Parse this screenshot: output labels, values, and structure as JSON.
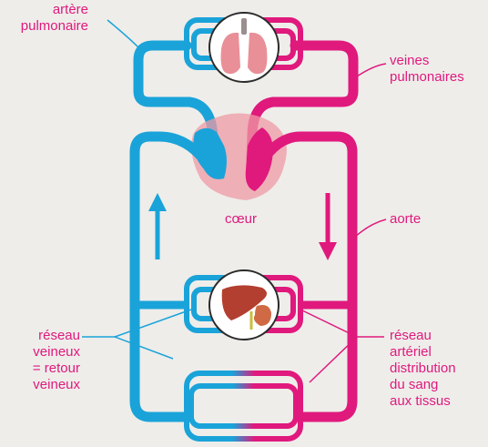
{
  "colors": {
    "venous": "#1aa3d9",
    "arterial": "#e0197d",
    "heart_tissue": "#ef9aa4",
    "lung": "#e98f98",
    "liver": "#b23f2f",
    "kidney": "#cf6a45",
    "background": "#eeedea"
  },
  "labels": {
    "pulmonary_artery": "artère\npulmonaire",
    "pulmonary_veins": "veines\npulmonaires",
    "heart": "cœur",
    "aorta": "aorte",
    "venous_network": "réseau\nveineux\n= retour\nveineux",
    "arterial_network": "réseau\nartériel\ndistribution\ndu sang\naux tissus"
  },
  "icons": {
    "top_organ": "lungs-icon",
    "middle_organ": "liver-kidney-icon",
    "up_arrow": "arrow-up-icon",
    "down_arrow": "arrow-down-icon"
  }
}
